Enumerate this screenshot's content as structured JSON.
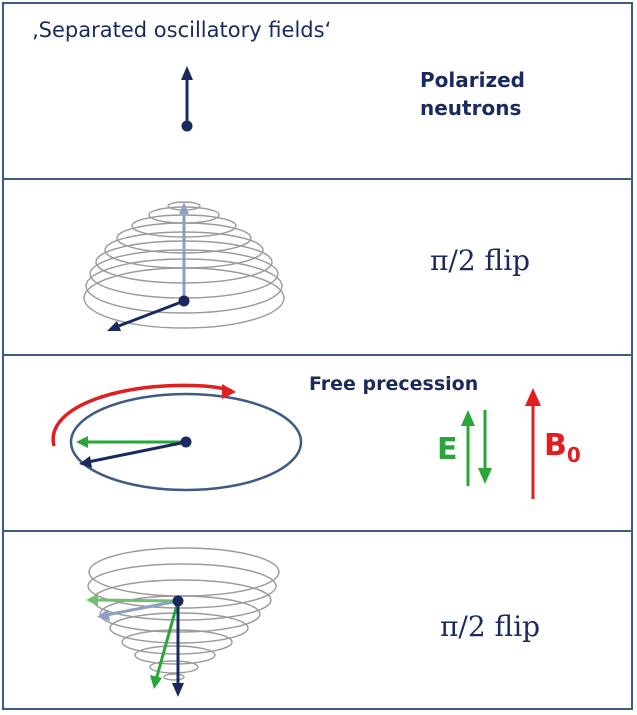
{
  "panels": {
    "p1": {
      "title": "‚Separated oscillatory fields‘",
      "label_line1": "Polarized",
      "label_line2": "neutrons"
    },
    "p2": {
      "label": "π/2 flip"
    },
    "p3": {
      "label": "Free precession",
      "E_label": "E",
      "B_label": "B",
      "B_sub": "0"
    },
    "p4": {
      "label": "π/2 flip"
    }
  },
  "colors": {
    "navy": "#1a2a5e",
    "green": "#2aa53a",
    "red": "#e02020",
    "border": "#3e5b84",
    "grey": "#9a9a9a"
  }
}
